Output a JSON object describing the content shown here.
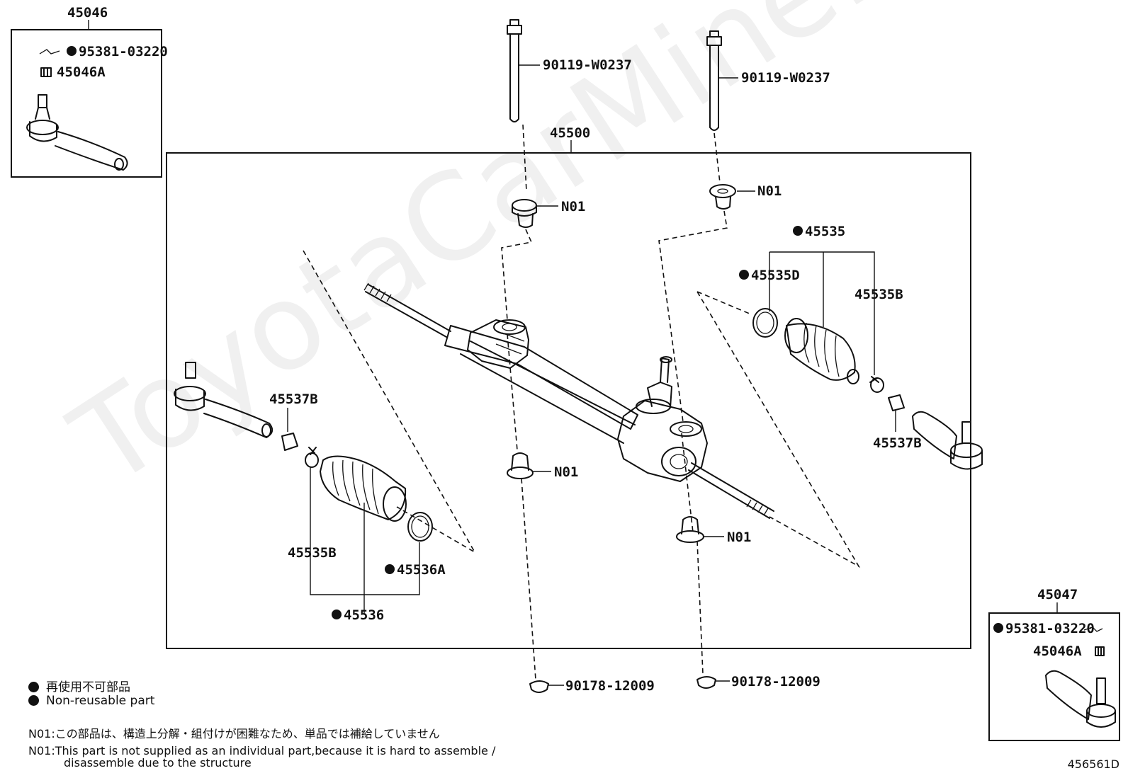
{
  "watermark": "ToyotaCarMine.ru",
  "diagram_id": "456561D",
  "parts": {
    "tie_rod_end_left": "45046",
    "tie_rod_end_right": "45047",
    "rack_assembly": "45500",
    "cotter_pin_left": "95381-03220",
    "cotter_pin_right": "95381-03220",
    "nut_left": "45046A",
    "nut_right": "45046A",
    "bolt_1": "90119-W0237",
    "bolt_2": "90119-W0237",
    "grommet_top_left": "N01",
    "grommet_top_right": "N01",
    "grommet_mid_left": "N01",
    "grommet_mid_right": "N01",
    "nut_bottom_left": "90178-12009",
    "nut_bottom_right": "90178-12009",
    "boot_kit_right": "45535",
    "clamp_right": "45535D",
    "clip_right": "45535B",
    "bush_right": "45537B",
    "bush_left": "45537B",
    "clip_left": "45535B",
    "clamp_left": "45536A",
    "boot_kit_left": "45536"
  },
  "legend": {
    "jp": "再使用不可部品",
    "en": "Non-reusable part"
  },
  "notes": {
    "jp_prefix": "N01:",
    "jp_text": "この部品は、構造上分解・組付けが困難なため、単品では補給していません",
    "en_prefix": "N01:",
    "en_line1": "This part is not supplied as an individual part,because it is hard to assemble /",
    "en_line2": "disassemble due to the structure"
  }
}
